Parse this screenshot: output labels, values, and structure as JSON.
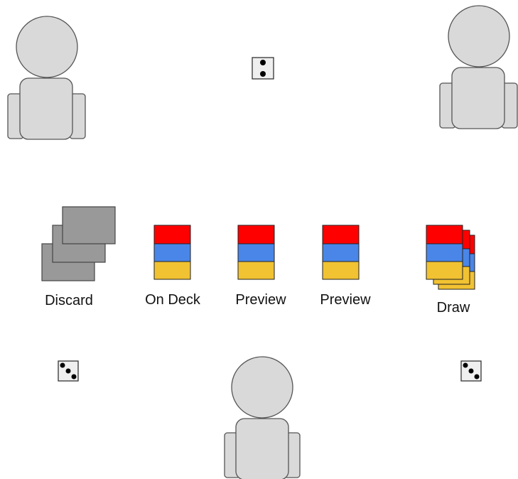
{
  "colors": {
    "player_fill": "#d9d9d9",
    "player_stroke": "#555555",
    "discard_fill": "#999999",
    "discard_stroke": "#444444",
    "card_top": "#ff0000",
    "card_middle": "#4a86e8",
    "card_bottom": "#f1c232",
    "card_stroke": "#222222",
    "die_fill": "#efefef",
    "die_pip": "#000000"
  },
  "icons": {
    "player": "person-icon",
    "die": "die-icon",
    "card": "card-icon",
    "discard": "card-back-stack-icon"
  },
  "piles": [
    {
      "id": "discard",
      "label": "Discard"
    },
    {
      "id": "on-deck",
      "label": "On Deck"
    },
    {
      "id": "preview-1",
      "label": "Preview"
    },
    {
      "id": "preview-2",
      "label": "Preview"
    },
    {
      "id": "draw",
      "label": "Draw"
    }
  ],
  "players": [
    "top-left",
    "top-right",
    "bottom"
  ],
  "dice": [
    {
      "id": "top",
      "face": 2
    },
    {
      "id": "bottom-left",
      "face": 3
    },
    {
      "id": "bottom-right",
      "face": 3
    }
  ]
}
